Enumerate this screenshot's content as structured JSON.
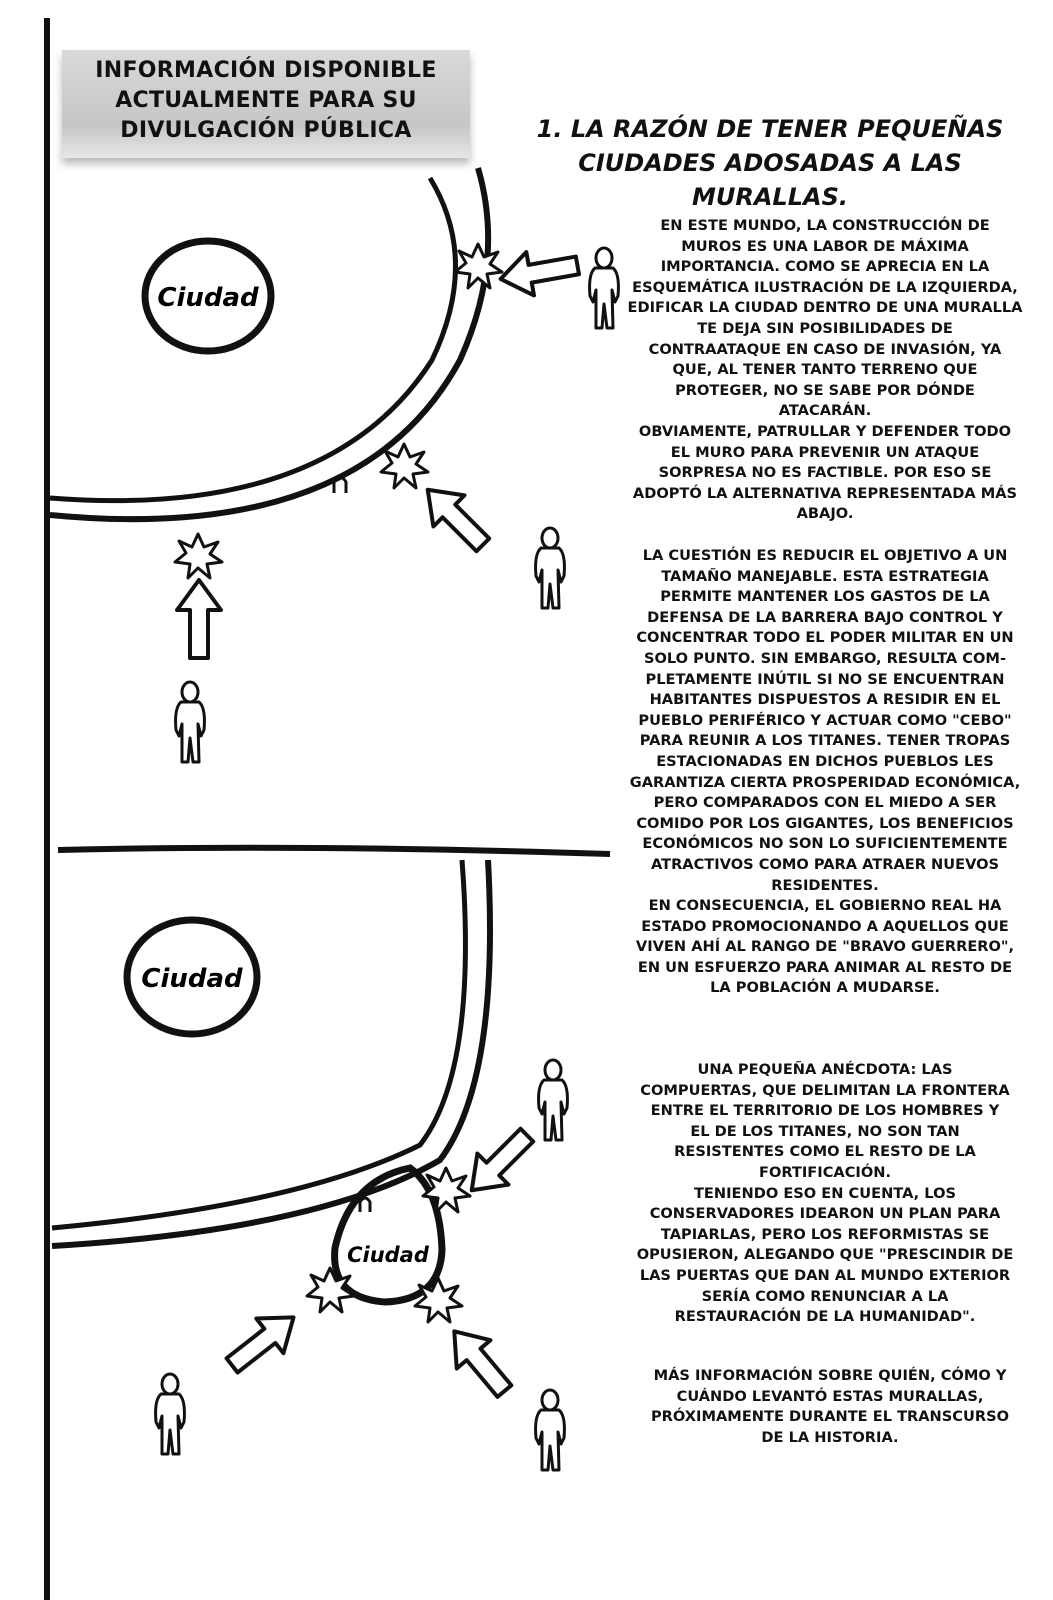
{
  "header": {
    "lines": [
      "Información disponible",
      "actualmente para su",
      "divulgación pública"
    ]
  },
  "section": {
    "title_line1": "1. La razón de tener pequeñas",
    "title_line2": "ciudades adosadas a las murallas."
  },
  "illustration": {
    "city_label_top": "Ciudad",
    "city_label_middle": "Ciudad",
    "city_label_small": "Ciudad"
  },
  "paragraphs": {
    "p1": "En este mundo, la construcción de\nmuros es una labor de máxima\nimportancia. Como se aprecia en la\nesquemática ilustración de la izquierda,\nedificar la ciudad dentro de una muralla\nte deja sin posibilidades de\ncontraataque en caso de invasión, ya\nque, al tener tanto terreno que\nproteger, no se sabe por dónde\natacarán.\nObviamente, patrullar y defender todo\nel muro para prevenir un ataque\nsorpresa no es factible. Por eso se\nadoptó la alternativa representada más\nabajo.",
    "p2": "La cuestión es reducir el objetivo a un\ntamaño manejable. Esta estrategia\npermite mantener los gastos de la\ndefensa de la barrera bajo control y\nconcentrar todo el poder militar en un\nsolo punto. Sin embargo, resulta com-\npletamente inútil si no se encuentran\nhabitantes dispuestos a residir en el\npueblo periférico y actuar como \"cebo\"\npara reunir a los titanes. Tener tropas\nestacionadas en dichos pueblos les\ngarantiza cierta prosperidad económica,\npero comparados con el miedo a ser\ncomido por los gigantes, los beneficios\neconómicos no son lo suficientemente\natractivos como para atraer nuevos\nresidentes.\nEn consecuencia, el gobierno real ha\nestado promocionando a aquellos que\nviven ahí al rango de \"Bravo Guerrero\",\nen un esfuerzo para animar al resto de\nla población a mudarse.",
    "p3": "Una pequeña anécdota: Las\ncompuertas, que delimitan la frontera\nentre el territorio de los hombres y\nel de los titanes, no son tan\nresistentes como el resto de la\nfortificación.\nTeniendo eso en cuenta, los\nconservadores idearon un plan para\ntapiarlas, pero los reformistas se\nopusieron, alegando que \"prescindir de\nlas puertas que dan al mundo exterior\nsería como renunciar a la\nrestauración de la humanidad\".",
    "p4": "Más información sobre quién, cómo y\ncuándo levantó estas murallas,\npróximamente durante el transcurso\nde la historia."
  }
}
